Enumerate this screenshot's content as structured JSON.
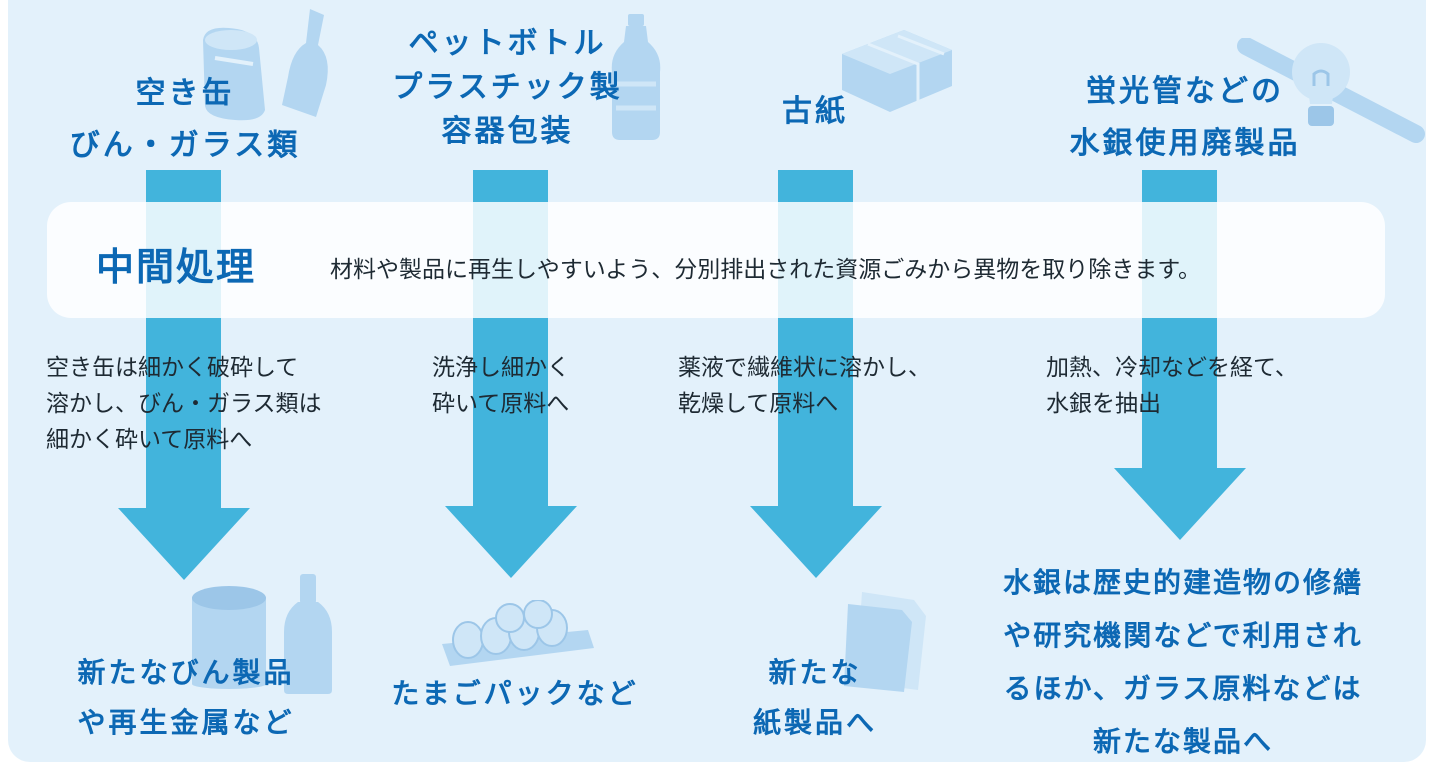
{
  "band": {
    "title": "中間処理",
    "description": "材料や製品に再生しやすいよう、分別排出された資源ごみから異物を取り除きます。"
  },
  "columns": [
    {
      "input": "空き缶\nびん・ガラス類",
      "process": "空き缶は細かく破砕して\n溶かし、びん・ガラス類は\n細かく砕いて原料へ",
      "output": "新たなびん製品\nや再生金属など"
    },
    {
      "input": "ペットボトル\nプラスチック製\n容器包装",
      "process": "洗浄し細かく\n砕いて原料へ",
      "output": "たまごパックなど"
    },
    {
      "input": "古紙",
      "process": "薬液で繊維状に溶かし、\n乾燥して原料へ",
      "output": "新たな\n紙製品へ"
    },
    {
      "input": "蛍光管などの\n水銀使用廃製品",
      "process": "加熱、冷却などを経て、\n水銀を抽出",
      "output": "水銀は歴史的建造物の修繕\nや研究機関などで利用され\nるほか、ガラス原料などは\n新たな製品へ"
    }
  ],
  "colors": {
    "background": "#e3f1fb",
    "arrow": "#42b4dc",
    "heading": "#0c68b4",
    "illustration": "#b3d6f1"
  },
  "icons": [
    "can-icon",
    "glass-bottle-icon",
    "pet-bottle-icon",
    "newspaper-bundle-icon",
    "fluorescent-tube-icon",
    "light-bulb-icon",
    "egg-carton-icon",
    "paper-sheets-icon"
  ]
}
